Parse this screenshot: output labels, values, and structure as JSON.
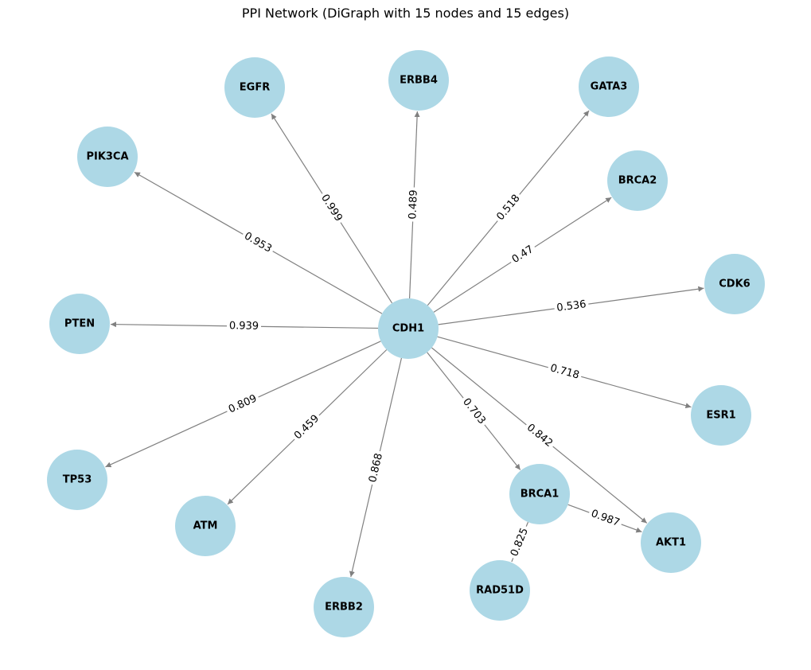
{
  "title": "PPI Network (DiGraph with 15 nodes and 15 edges)",
  "colors": {
    "node": "#add8e6",
    "edge": "#808080"
  },
  "nodes": [
    {
      "id": "CDH1"
    },
    {
      "id": "EGFR"
    },
    {
      "id": "ERBB4"
    },
    {
      "id": "GATA3"
    },
    {
      "id": "PIK3CA"
    },
    {
      "id": "BRCA2"
    },
    {
      "id": "CDK6"
    },
    {
      "id": "PTEN"
    },
    {
      "id": "ESR1"
    },
    {
      "id": "TP53"
    },
    {
      "id": "ATM"
    },
    {
      "id": "BRCA1"
    },
    {
      "id": "AKT1"
    },
    {
      "id": "RAD51D"
    },
    {
      "id": "ERBB2"
    }
  ],
  "edges": [
    {
      "source": "CDH1",
      "target": "EGFR",
      "weight": "0.999",
      "arrow": true
    },
    {
      "source": "CDH1",
      "target": "ERBB4",
      "weight": "0.489",
      "arrow": true
    },
    {
      "source": "CDH1",
      "target": "GATA3",
      "weight": "0.518",
      "arrow": true
    },
    {
      "source": "CDH1",
      "target": "PIK3CA",
      "weight": "0.953",
      "arrow": true
    },
    {
      "source": "CDH1",
      "target": "BRCA2",
      "weight": "0.47",
      "arrow": true
    },
    {
      "source": "CDH1",
      "target": "CDK6",
      "weight": "0.536",
      "arrow": true
    },
    {
      "source": "CDH1",
      "target": "PTEN",
      "weight": "0.939",
      "arrow": true
    },
    {
      "source": "CDH1",
      "target": "ESR1",
      "weight": "0.718",
      "arrow": true
    },
    {
      "source": "CDH1",
      "target": "TP53",
      "weight": "0.809",
      "arrow": true
    },
    {
      "source": "CDH1",
      "target": "ATM",
      "weight": "0.459",
      "arrow": true
    },
    {
      "source": "CDH1",
      "target": "ERBB2",
      "weight": "0.868",
      "arrow": true
    },
    {
      "source": "CDH1",
      "target": "BRCA1",
      "weight": "0.703",
      "arrow": true
    },
    {
      "source": "CDH1",
      "target": "AKT1",
      "weight": "0.842",
      "arrow": true
    },
    {
      "source": "BRCA1",
      "target": "AKT1",
      "weight": "0.987",
      "arrow": true
    },
    {
      "source": "BRCA1",
      "target": "RAD51D",
      "weight": "0.825",
      "arrow": false
    }
  ]
}
